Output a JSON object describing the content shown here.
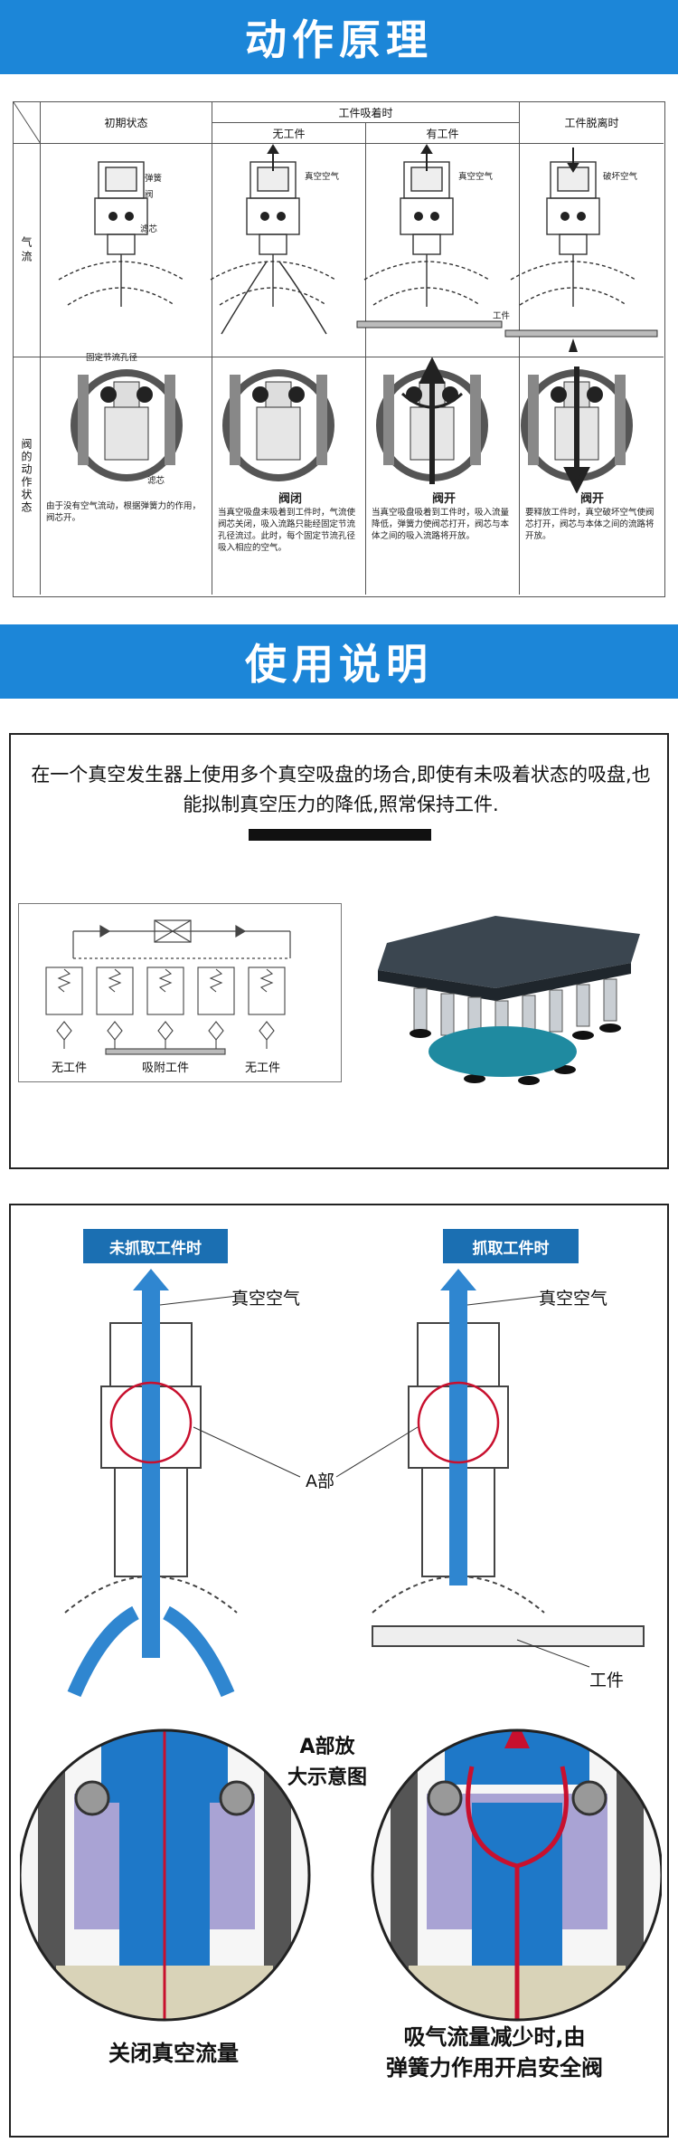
{
  "section1": {
    "banner": "动作原理",
    "table": {
      "col_initial": "初期状态",
      "col_adsorb": "工件吸着时",
      "col_no_work": "无工件",
      "col_with_work": "有工件",
      "col_release": "工件脱离时",
      "row_airflow": "气流",
      "row_valve": "阀的动作状态"
    },
    "labels": {
      "spring": "弹簧",
      "valve": "阀",
      "filter": "滤芯",
      "vacuum_air": "真空空气",
      "vacuum_air_2": "真空空气",
      "break_air": "破坏空气",
      "workpiece": "工件",
      "fixed_orifice": "固定节流孔径",
      "filter_2": "滤芯"
    },
    "notes": {
      "initial": "由于没有空气流动，根据弹簧力的作用，阀芯开。",
      "no_work_title": "阀闭",
      "no_work": "当真空吸盘未吸着到工件时，气流使阀芯关闭，吸入流路只能经固定节流孔径流过。此时，每个固定节流孔径吸入相应的空气。",
      "with_work_title": "阀开",
      "with_work": "当真空吸盘吸着到工件时，吸入流量降低，弹簧力使阀芯打开，阀芯与本体之间的吸入流路将开放。",
      "release_title": "阀开",
      "release": "要释放工件时，真空破坏空气使阀芯打开，阀芯与本体之间的流路将开放。"
    }
  },
  "section2": {
    "banner": "使用说明",
    "intro": "在一个真空发生器上使用多个真空吸盘的场合,即使有未吸着状态的吸盘,也能拟制真空压力的降低,照常保持工件.",
    "diagram_labels": {
      "left": "无工件",
      "middle": "吸附工件",
      "right": "无工件"
    }
  },
  "section3": {
    "tag_left": "未抓取工件时",
    "tag_right": "抓取工件时",
    "vacuum_air_left": "真空空气",
    "vacuum_air_right": "真空空气",
    "part_a": "A部",
    "workpiece": "工件",
    "enlarged": "A部放\n大示意图",
    "caption_left": "关闭真空流量",
    "caption_right": "吸气流量减少时,由\n弹簧力作用开启安全阀"
  },
  "colors": {
    "banner": "#1c86d8",
    "tag": "#1b6fb2",
    "flow": "#2f86d0",
    "purple": "#a9a3d4",
    "red": "#c8102e"
  }
}
